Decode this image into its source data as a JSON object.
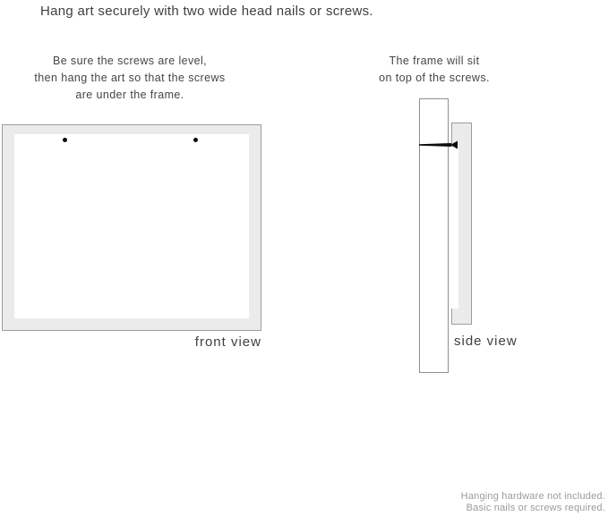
{
  "title": "Hang art securely with two wide head nails or screws.",
  "instructions": {
    "front": {
      "lines": [
        "Be sure the screws are level,",
        "then hang the art so that the screws",
        "are under the frame."
      ]
    },
    "side": {
      "lines": [
        "The frame will sit",
        "on top of the screws."
      ]
    }
  },
  "diagrams": {
    "front": {
      "label": "front view",
      "screw_count": 2
    },
    "side": {
      "label": "side view",
      "hardware": "wide head nail"
    }
  },
  "footer": {
    "lines": [
      "Hanging hardware not included.",
      "Basic nails or screws required."
    ]
  },
  "colors": {
    "background": "#ffffff",
    "frame_fill": "#ebebeb",
    "frame_stroke": "#9c9c9c",
    "wall_stroke": "#8f8f8f",
    "hardware": "#0d0d0d",
    "text": "#3f3f3f",
    "muted_text": "#9a9a9a"
  }
}
